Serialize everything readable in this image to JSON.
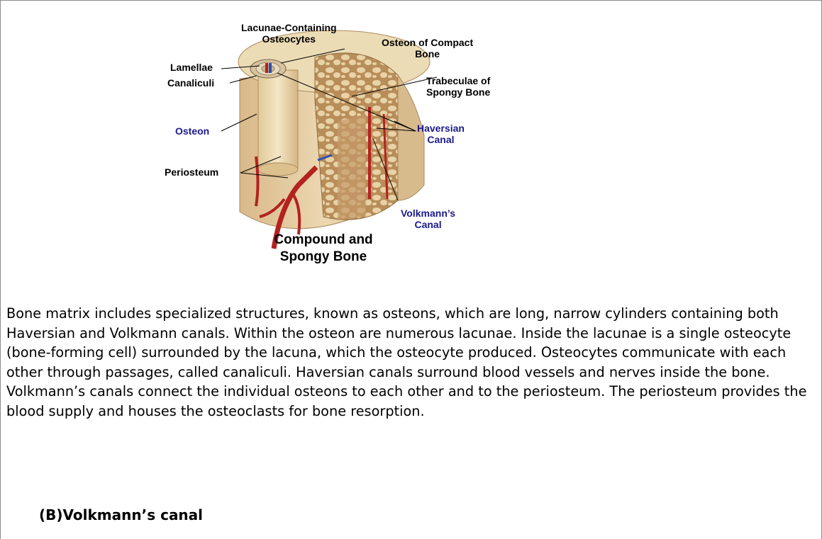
{
  "figure": {
    "labels": {
      "lacunae": "Lacunae-Containing\nOsteocytes",
      "osteon_compact": "Osteon of Compact\nBone",
      "lamellae": "Lamellae",
      "canaliculi": "Canaliculi",
      "trabeculae": "Trabeculae of\nSpongy Bone",
      "osteon": "Osteon",
      "haversian": "Haversian\nCanal",
      "periosteum": "Periosteum",
      "volkmann": "Volkmann’s\nCanal"
    },
    "caption": "Compound and\nSpongy Bone",
    "colors": {
      "bone": "#e9d8b0",
      "bone_dark": "#c9a978",
      "vessel": "#b3221f",
      "label_blue": "#1a1a8c"
    }
  },
  "passage": "Bone matrix includes specialized structures, known as osteons, which are long, narrow cylinders containing both Haversian and Volkmann canals. Within the osteon are numerous lacunae. Inside the lacunae is a single osteocyte (bone-forming cell) surrounded by the lacuna, which the osteocyte produced. Osteocytes communicate with each other through passages, called canaliculi. Haversian canals surround blood vessels and nerves inside the bone. Volkmann’s canals connect the individual osteons to each other and to the periosteum. The periosteum provides the blood supply and houses the osteoclasts for bone resorption.",
  "answer": "(B)Volkmann’s canal"
}
